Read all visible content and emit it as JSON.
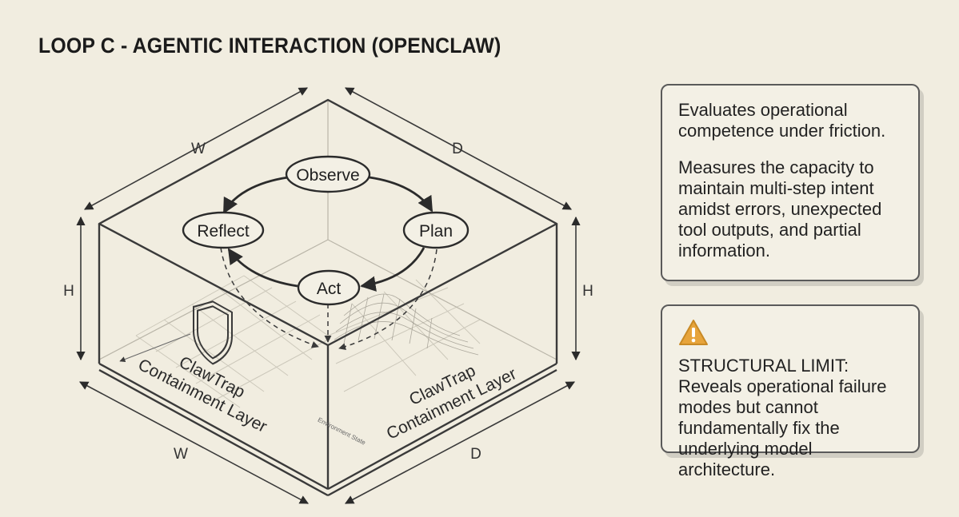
{
  "title": "LOOP C - AGENTIC INTERACTION (OPENCLAW)",
  "diagram": {
    "dimensions": {
      "top_width": "W",
      "top_depth": "D",
      "height_left": "H",
      "height_right": "H",
      "bottom_width": "W",
      "bottom_depth": "D"
    },
    "cycle": [
      "Observe",
      "Plan",
      "Act",
      "Reflect"
    ],
    "containment_left": [
      "ClawTrap",
      "Containment Layer"
    ],
    "containment_right": [
      "ClawTrap",
      "Containment Layer"
    ],
    "environment_label": "Environment State",
    "icons": {
      "shield": "shield-icon",
      "warning": "warning-icon"
    }
  },
  "description": {
    "paragraph1": "Evaluates operational competence under friction.",
    "paragraph2": "Measures the capacity to maintain multi-step intent amidst errors, unexpected tool outputs, and partial information."
  },
  "limit": {
    "text": "STRUCTURAL LIMIT: Reveals operational failure modes but cannot fundamentally fix the underlying model architecture."
  },
  "colors": {
    "background": "#f1ede0",
    "ink": "#2b2b2b",
    "warning": "#e7a43b"
  }
}
